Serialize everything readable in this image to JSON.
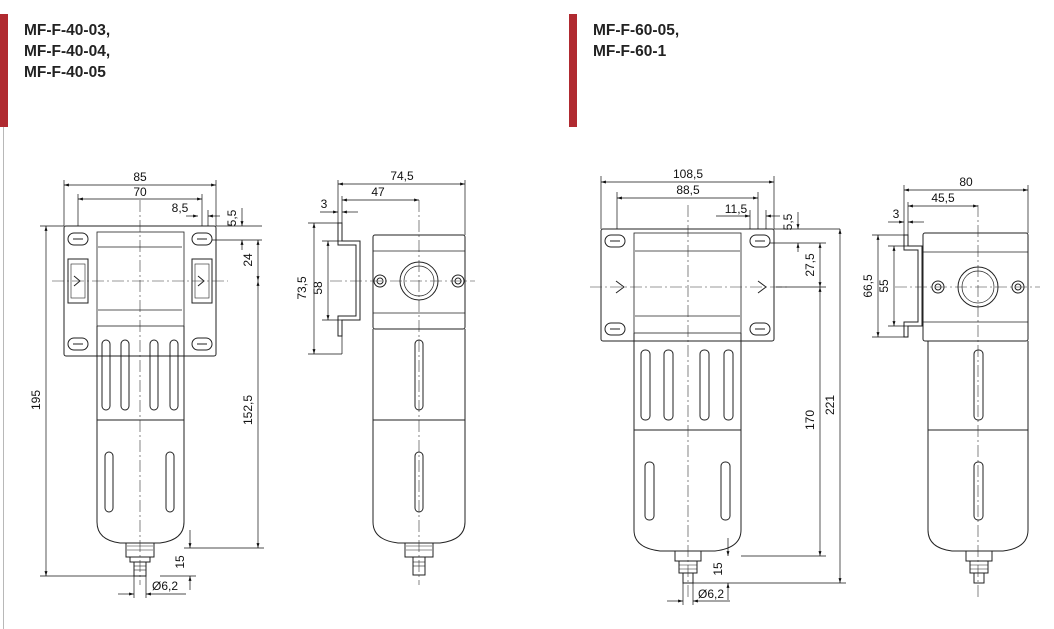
{
  "left": {
    "models": [
      "MF-F-40-03,",
      "MF-F-40-04,",
      "MF-F-40-05"
    ],
    "dims": {
      "w_outer": "85",
      "w_inner": "70",
      "d1": "8,5",
      "d2": "5,5",
      "d3": "24",
      "h_total": "195",
      "h_body": "152,5",
      "h_bot": "15",
      "diam": "Ø6,2",
      "s_w1": "74,5",
      "s_w2": "47",
      "s_w3": "3",
      "s_h1": "73,5",
      "s_h2": "58"
    }
  },
  "right": {
    "models": [
      "MF-F-60-05,",
      "MF-F-60-1"
    ],
    "dims": {
      "w_outer": "108,5",
      "w_inner": "88,5",
      "d1": "11,5",
      "d2": "5,5",
      "d3": "27,5",
      "h_total": "221",
      "h_body": "170",
      "h_bot": "15",
      "diam": "Ø6,2",
      "s_w1": "80",
      "s_w2": "45,5",
      "s_w3": "3",
      "s_h1": "66,5",
      "s_h2": "55"
    }
  },
  "colors": {
    "accent": "#b02a30",
    "line": "#222222"
  }
}
